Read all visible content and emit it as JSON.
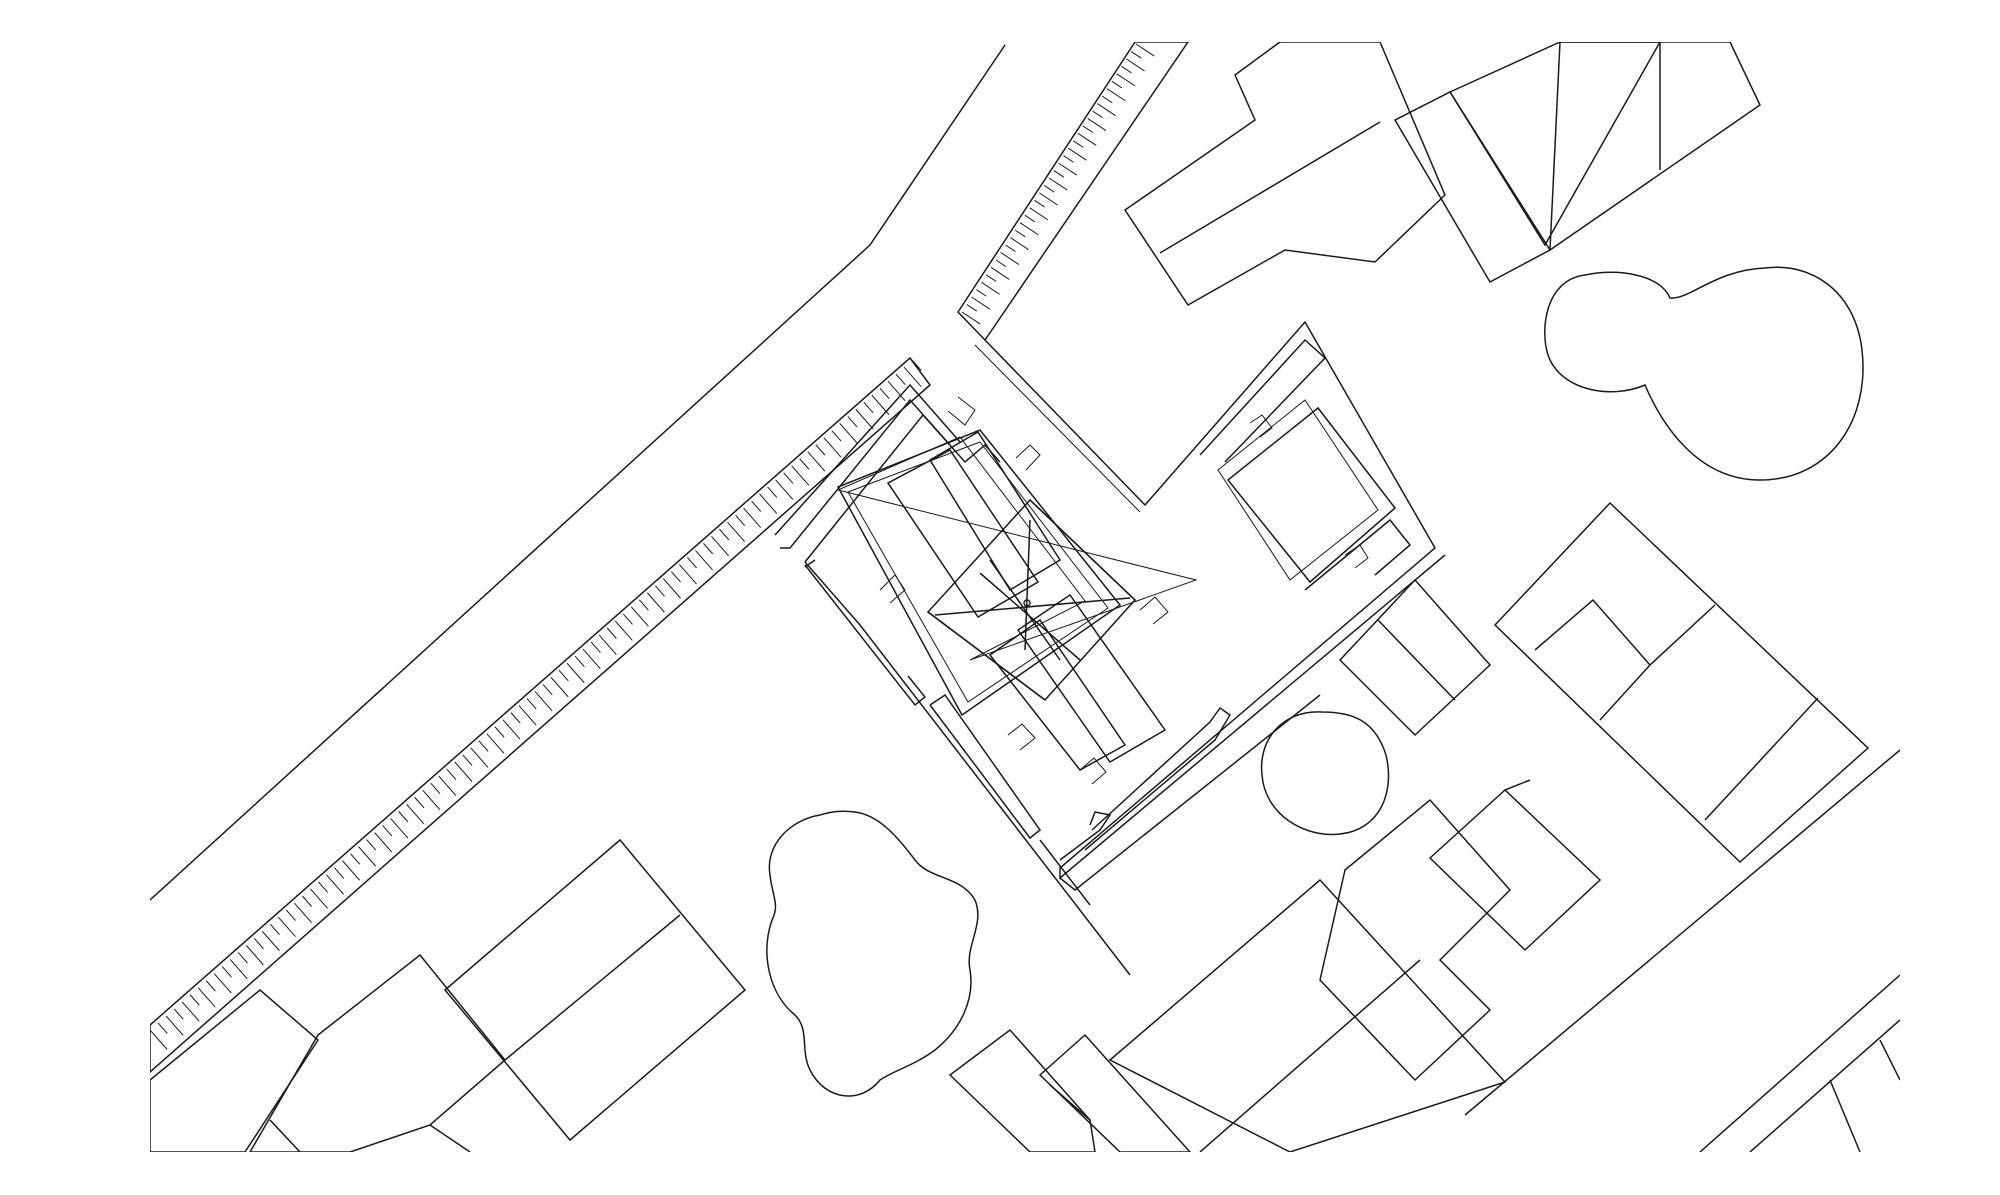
{
  "drawing": {
    "line_color": "#1a1a1a",
    "background_color": "#ffffff",
    "features": [
      "road-edge",
      "embankment-hatched-strip",
      "main-building-cross-roof",
      "annex-building-hatched-roof",
      "neighbouring-buildings",
      "trees"
    ]
  }
}
